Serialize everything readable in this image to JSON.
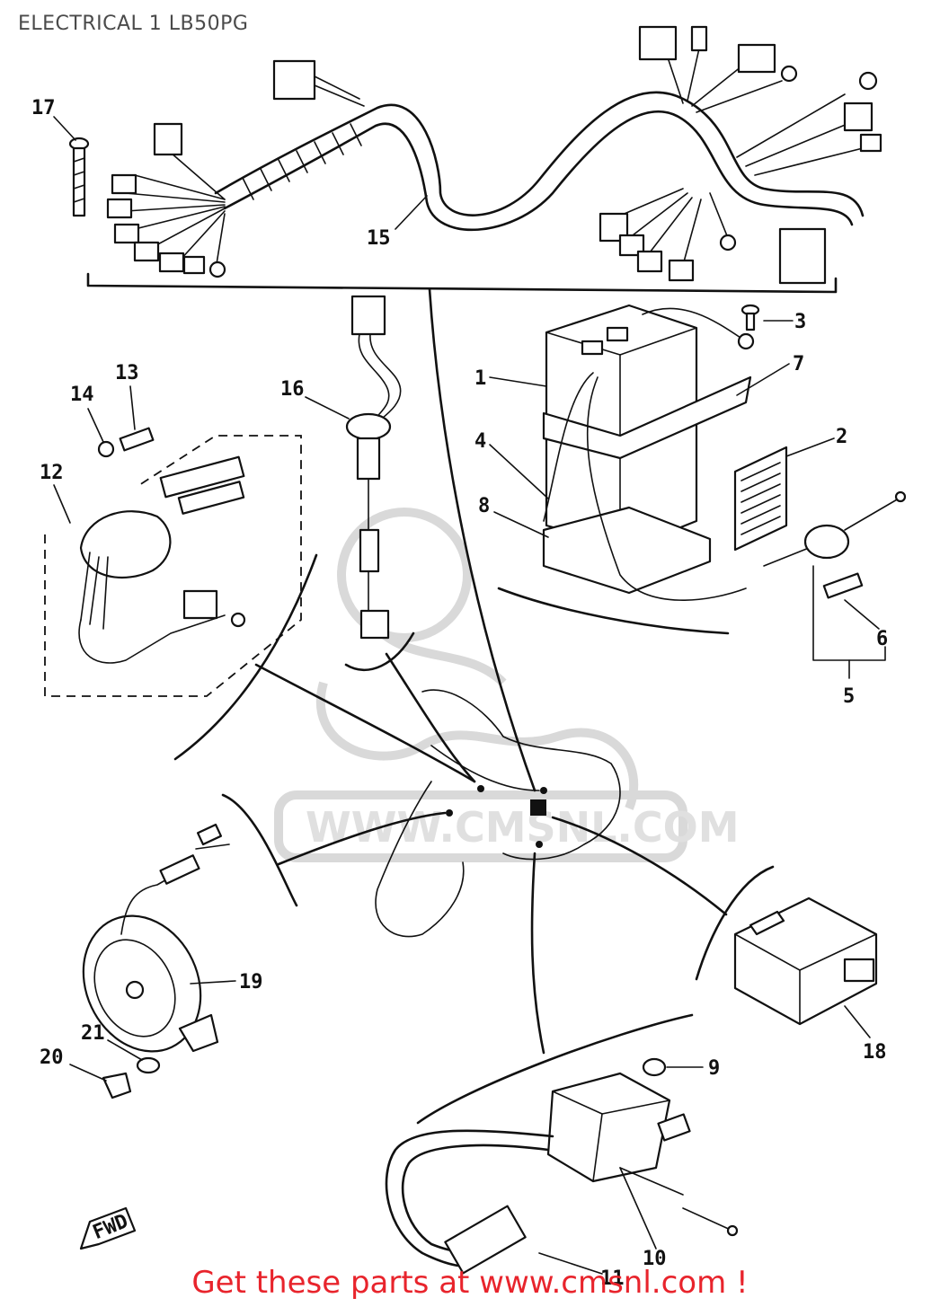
{
  "page": {
    "title": "ELECTRICAL 1 LB50PG",
    "banner": "Get these parts at www.cmsnl.com !",
    "watermark_text": "WWW.CMSNL.COM",
    "direction_label": "FWD"
  },
  "callouts": [
    "1",
    "2",
    "3",
    "4",
    "5",
    "6",
    "7",
    "8",
    "9",
    "10",
    "11",
    "12",
    "13",
    "14",
    "15",
    "16",
    "17",
    "18",
    "19",
    "20",
    "21"
  ],
  "colors": {
    "banner": "#e8242c",
    "title": "#4a4a4a",
    "ink": "#111111",
    "watermark": "#d9d9d9"
  }
}
